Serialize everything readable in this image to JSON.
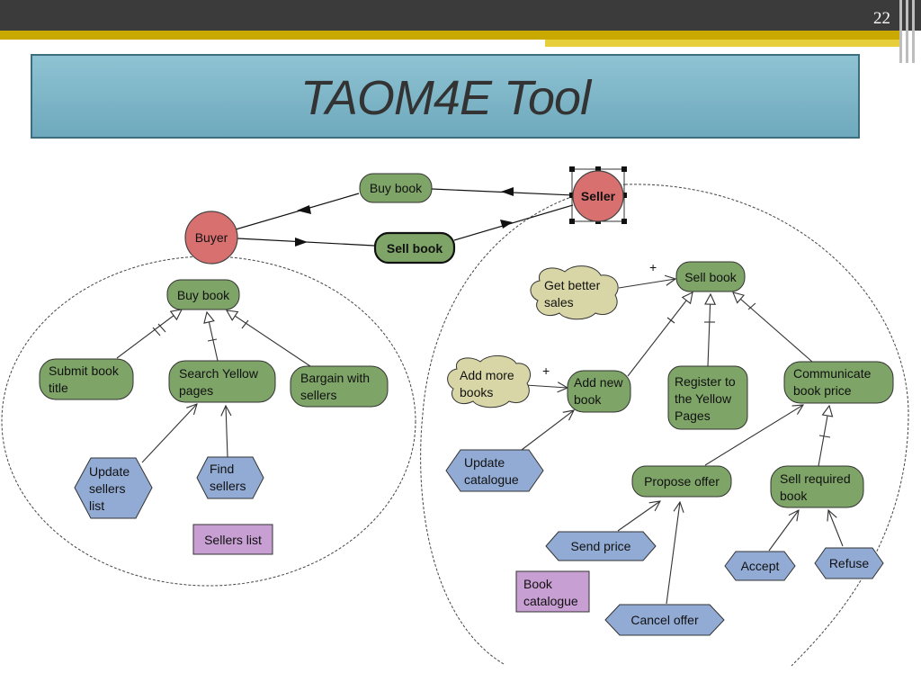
{
  "slide": {
    "page_number": "22",
    "title": "TAOM4E Tool"
  },
  "colors": {
    "goal": "#7ea467",
    "task": "#92abd4",
    "softgoal": "#d8d6a6",
    "resource": "#c89fd3",
    "actor": "#d97070"
  },
  "actors": {
    "buyer": "Buyer",
    "seller": "Seller"
  },
  "dependencies": {
    "buy_book": "Buy book",
    "sell_book": "Sell book"
  },
  "buyer_model": {
    "root_goal": "Buy book",
    "submit_title": [
      "Submit book",
      "title"
    ],
    "search_pages": [
      "Search Yellow",
      "pages"
    ],
    "bargain": [
      "Bargain with",
      "sellers"
    ],
    "update_list": [
      "Update",
      "sellers",
      "list"
    ],
    "find_sellers": [
      "Find",
      "sellers"
    ],
    "sellers_list": "Sellers list"
  },
  "seller_model": {
    "root_goal": "Sell book",
    "better_sales": [
      "Get better",
      "sales"
    ],
    "add_more": [
      "Add more",
      "books"
    ],
    "add_new": [
      "Add new",
      "book"
    ],
    "register": [
      "Register to",
      "the Yellow",
      "Pages"
    ],
    "communicate": [
      "Communicate",
      "book price"
    ],
    "update_catalogue": [
      "Update",
      "catalogue"
    ],
    "propose_offer": "Propose offer",
    "sell_required": [
      "Sell required",
      "book"
    ],
    "send_price": "Send price",
    "book_catalogue": [
      "Book",
      "catalogue"
    ],
    "cancel_offer": "Cancel offer",
    "accept": "Accept",
    "refuse": "Refuse",
    "contribution_plus": "+"
  }
}
